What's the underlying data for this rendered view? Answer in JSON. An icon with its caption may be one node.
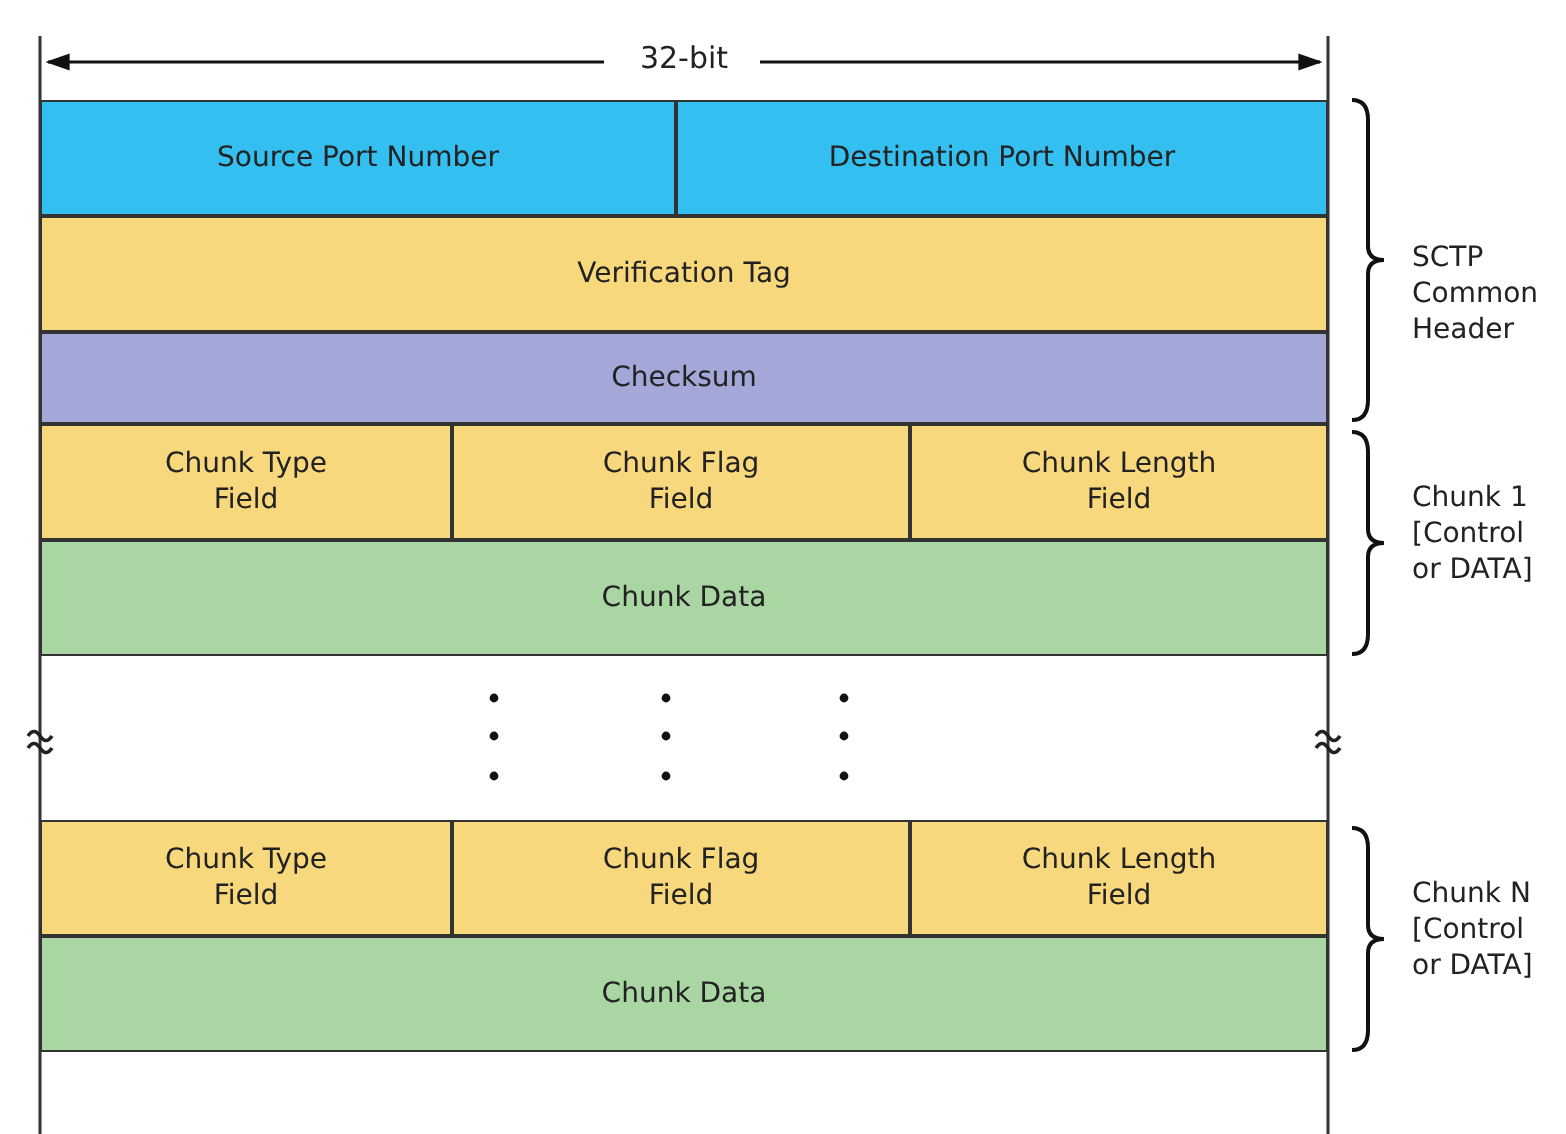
{
  "diagram": {
    "nodes": [
      {
        "text": [
          "Source Port Number"
        ]
      },
      {
        "text": [
          "Destination Port Number"
        ]
      },
      {
        "text": [
          "Verification Tag"
        ]
      },
      {
        "text": [
          "Checksum"
        ]
      },
      {
        "text": [
          "Chunk Type Field"
        ]
      },
      {
        "text": [
          "Chunk Flag Field"
        ]
      },
      {
        "text": [
          "Chunk Length Field"
        ]
      },
      {
        "text": [
          "Chunk Data"
        ]
      },
      {
        "text": [
          "Chunk Type Field"
        ]
      },
      {
        "text": [
          "Chunk Flag Field"
        ]
      },
      {
        "text": [
          "Chunk Length Field"
        ]
      },
      {
        "text": [
          "Chunk Data"
        ]
      }
    ],
    "labels": [
      "32-bit",
      "SCTP Common Header",
      "Chunk 1 [Control or DATA]",
      "Chunk N [Control or DATA]"
    ]
  }
}
